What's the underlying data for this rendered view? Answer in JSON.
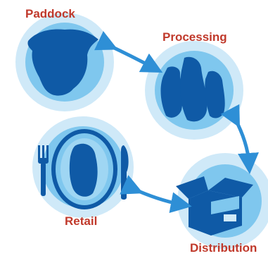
{
  "stages": {
    "paddock": "Paddock",
    "processing": "Processing",
    "retail": "Retail",
    "distribution": "Distribution"
  },
  "colors": {
    "circle_outer": "#cfe9f8",
    "circle_inner": "#7fc7ee",
    "silhouette": "#0f5aa6",
    "arrow": "#2e8fd6",
    "label": "#c0392b"
  }
}
